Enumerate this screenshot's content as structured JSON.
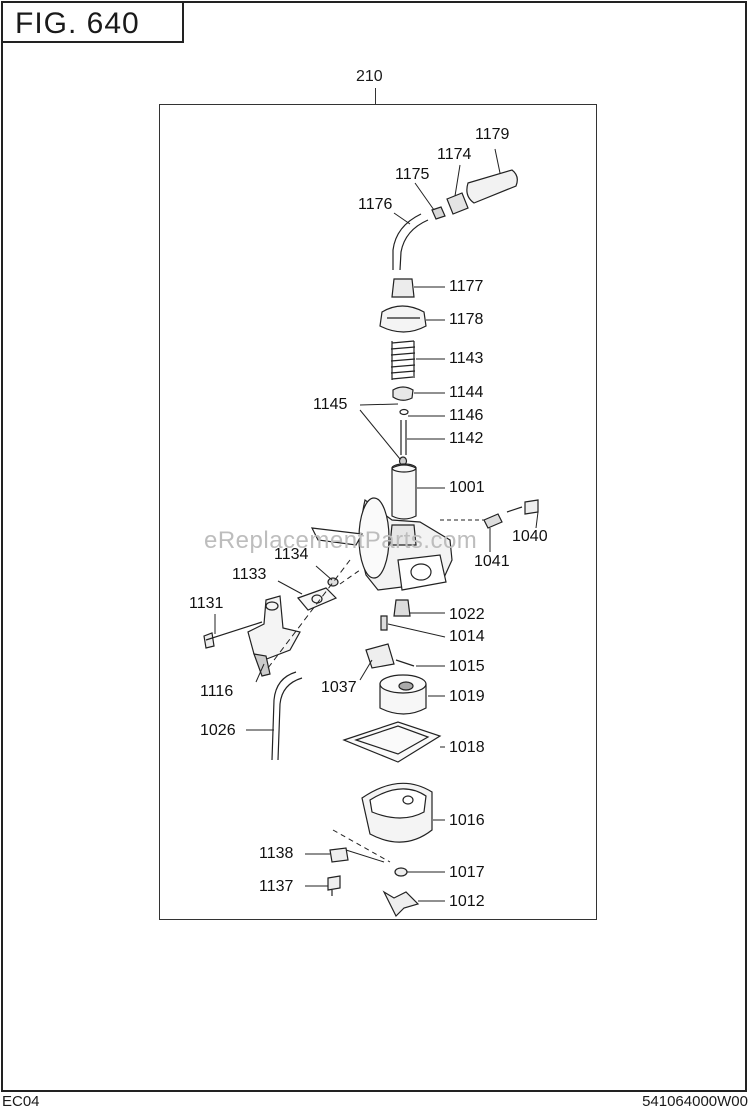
{
  "figure": {
    "title": "FIG. 640",
    "assembly_label": "210",
    "watermark": "eReplacementParts.com"
  },
  "footer": {
    "left_code": "EC04",
    "right_code": "541064000W00"
  },
  "callouts": {
    "c1179": "1179",
    "c1174": "1174",
    "c1175": "1175",
    "c1176": "1176",
    "c1177": "1177",
    "c1178": "1178",
    "c1143": "1143",
    "c1144": "1144",
    "c1145": "1145",
    "c1146": "1146",
    "c1142": "1142",
    "c1001": "1001",
    "c1040": "1040",
    "c1041": "1041",
    "c1134": "1134",
    "c1133": "1133",
    "c1131": "1131",
    "c1022": "1022",
    "c1014": "1014",
    "c1015": "1015",
    "c1037": "1037",
    "c1116": "1116",
    "c1019": "1019",
    "c1026": "1026",
    "c1018": "1018",
    "c1016": "1016",
    "c1138": "1138",
    "c1017": "1017",
    "c1137": "1137",
    "c1012": "1012"
  }
}
